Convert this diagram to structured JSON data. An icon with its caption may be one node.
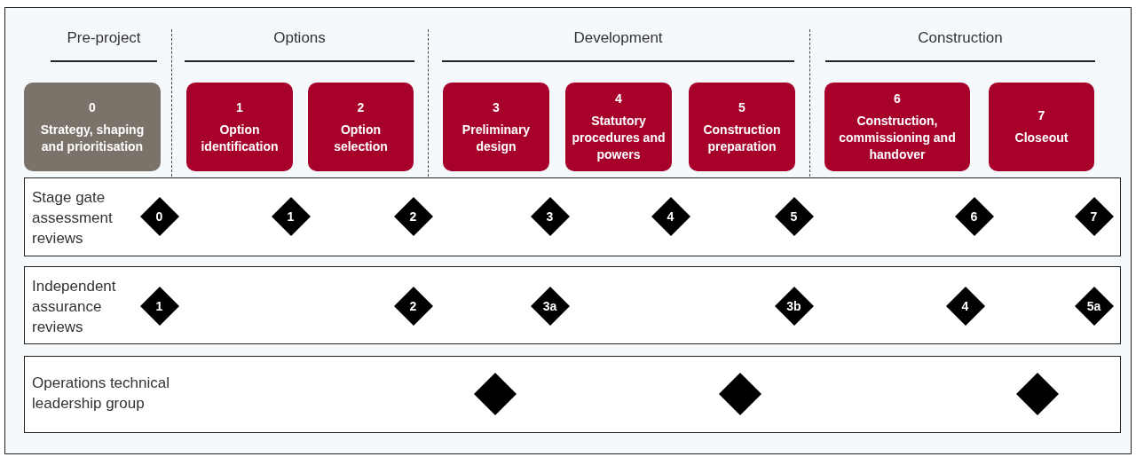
{
  "diagram": {
    "nodes": [
      {
        "text": [
          "0",
          "Strategy, shaping and prioritisation"
        ]
      },
      {
        "text": [
          "1",
          "Option identification"
        ]
      },
      {
        "text": [
          "2",
          "Option selection"
        ]
      },
      {
        "text": [
          "3",
          "Preliminary design"
        ]
      },
      {
        "text": [
          "4",
          "Statutory procedures and powers"
        ]
      },
      {
        "text": [
          "5",
          "Construction preparation"
        ]
      },
      {
        "text": [
          "6",
          "Construction, commissioning and handover"
        ]
      },
      {
        "text": [
          "7",
          "Closeout"
        ]
      },
      {
        "text": [
          "Stage gate assessment reviews"
        ]
      },
      {
        "text": [
          "0"
        ],
        "in": 8
      },
      {
        "text": [
          "1"
        ],
        "in": 8
      },
      {
        "text": [
          "2"
        ],
        "in": 8
      },
      {
        "text": [
          "3"
        ],
        "in": 8
      },
      {
        "text": [
          "4"
        ],
        "in": 8
      },
      {
        "text": [
          "5"
        ],
        "in": 8
      },
      {
        "text": [
          "6"
        ],
        "in": 8
      },
      {
        "text": [
          "7"
        ],
        "in": 8
      },
      {
        "text": [
          "Independent assurance reviews"
        ]
      },
      {
        "text": [
          "1"
        ],
        "in": 17
      },
      {
        "text": [
          "2"
        ],
        "in": 17
      },
      {
        "text": [
          "3a"
        ],
        "in": 17
      },
      {
        "text": [
          "3b"
        ],
        "in": 17
      },
      {
        "text": [
          "4"
        ],
        "in": 17
      },
      {
        "text": [
          "5a"
        ],
        "in": 17
      },
      {
        "text": [
          "Operations technical leadership group"
        ]
      },
      {
        "text": [],
        "shape": "diamond",
        "in": 24
      },
      {
        "text": [],
        "shape": "diamond",
        "in": 24
      },
      {
        "text": [],
        "shape": "diamond",
        "in": 24
      }
    ],
    "edges": [],
    "labels": [
      "Pre-project",
      "Options",
      "Development",
      "Construction"
    ]
  }
}
